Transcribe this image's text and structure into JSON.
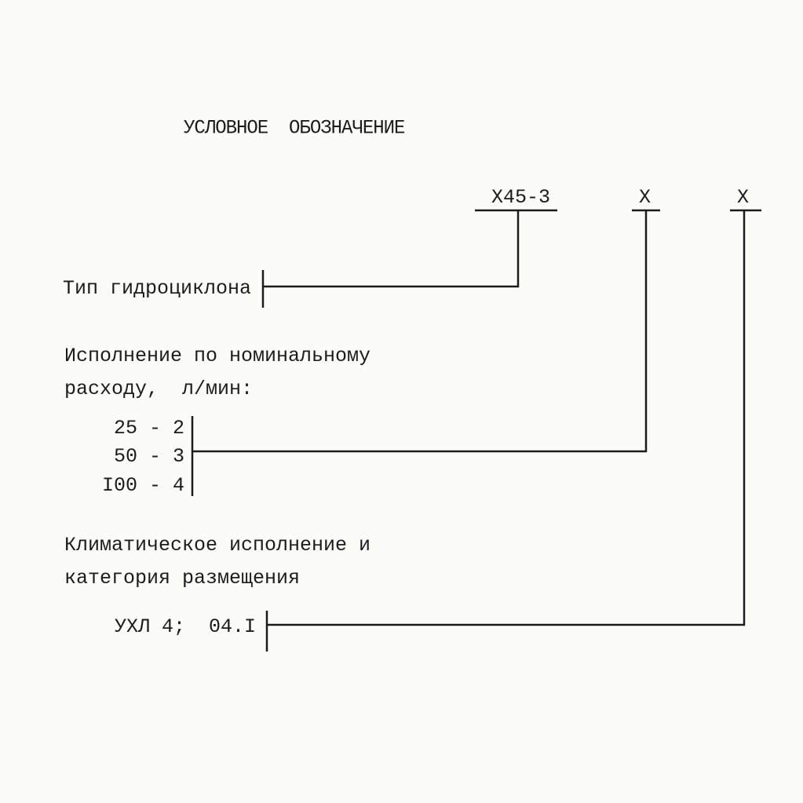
{
  "title": "УСЛОВНОЕ  ОБОЗНАЧЕНИЕ",
  "code": {
    "base": "Х45-3",
    "x1": "Х",
    "x2": "Х"
  },
  "items": {
    "type_label": "Тип гидроциклона",
    "flow_label_1": "Исполнение по номинальному",
    "flow_label_2": "расходу,  л/мин:",
    "flow_options": [
      "25 - 2",
      "50 - 3",
      "I00 - 4"
    ],
    "climate_label_1": "Климатическое исполнение и",
    "climate_label_2": "категория размещения",
    "climate_value": "УХЛ 4;  04.I"
  }
}
